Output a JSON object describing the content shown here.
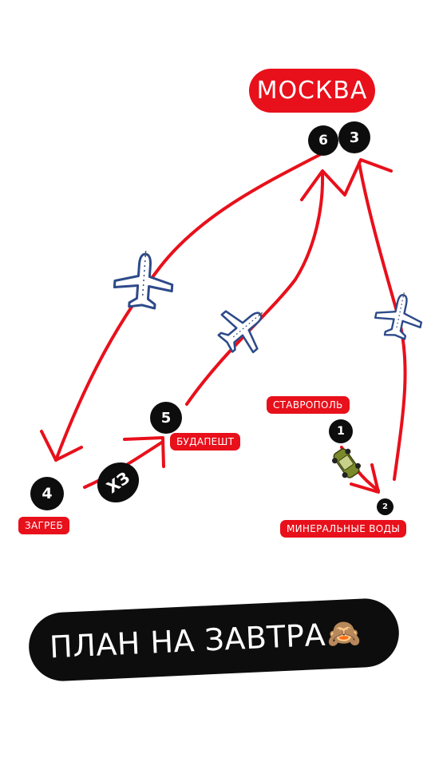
{
  "title": "МОСКВА",
  "cities": {
    "stavropol": "СТАВРОПОЛЬ",
    "budapest": "БУДАПЕШТ",
    "zagreb": "ЗАГРЕБ",
    "min_vody": "МИНЕРАЛЬНЫЕ ВОДЫ"
  },
  "markers": {
    "one": "1",
    "two": "2",
    "three": "3",
    "four": "4",
    "five": "5",
    "six": "6",
    "xz": "ХЗ"
  },
  "banner": {
    "text": "ПЛАН НА ЗАВТРА",
    "emoji": "🙈"
  },
  "icons": [
    "airplane-icon",
    "car-icon",
    "see-no-evil-monkey-icon"
  ],
  "colors": {
    "accent_red": "#e8101b",
    "dark": "#0d0d0d",
    "plane_blue": "#2d4a8a",
    "car_green": "#7a8a2a"
  }
}
